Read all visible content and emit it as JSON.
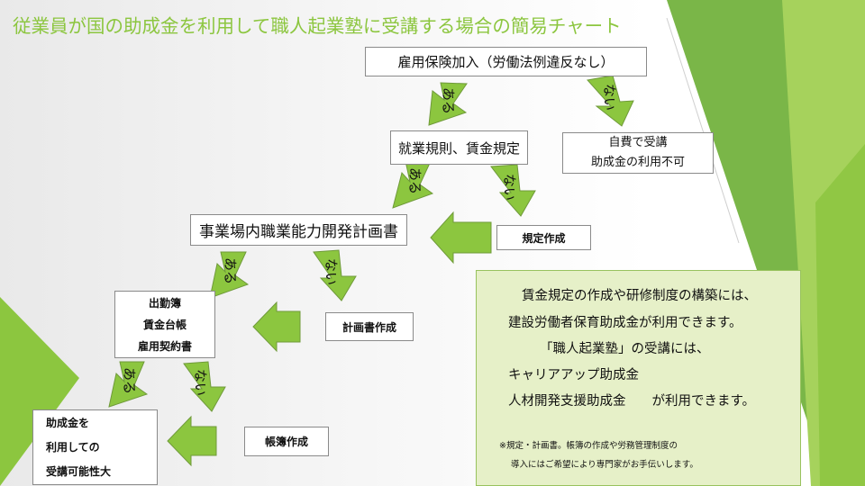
{
  "title": "従業員が国の助成金を利用して職人起業塾に受講する場合の簡易チャート",
  "labels": {
    "yes": "ある",
    "no": "ない"
  },
  "colors": {
    "accent": "#8cc63f",
    "arrow_fill": "#8cc63f",
    "arrow_stroke": "#6f9a3a",
    "info_bg": "#e6f0c8",
    "info_border": "#98c25e"
  },
  "nodes": {
    "insurance": "雇用保険加入（労働法例違反なし）",
    "rules": "就業規則、賃金規定",
    "self_pay": {
      "line1": "自費で受講",
      "line2": "助成金の利用不可"
    },
    "plan": "事業場内職業能力開発計画書",
    "make_rules": "規定作成",
    "docs": {
      "line1": "出勤簿",
      "line2": "賃金台帳",
      "line3": "雇用契約書"
    },
    "make_plan": "計画書作成",
    "result": {
      "line1": "助成金を",
      "line2": "利用しての",
      "line3": "受講可能性大"
    },
    "make_books": "帳簿作成"
  },
  "info": {
    "lines": [
      "賃金規定の作成や研修制度の構築には、",
      "建設労働者保育助成金が利用できます。",
      "「職人起業塾」の受講には、",
      "キャリアアップ助成金",
      "人材開発支援助成金　　が利用できます。"
    ],
    "note_lines": [
      "※規定・計画書。帳簿の作成や労務管理制度の",
      "導入にはご希望により専門家がお手伝いします。"
    ]
  }
}
